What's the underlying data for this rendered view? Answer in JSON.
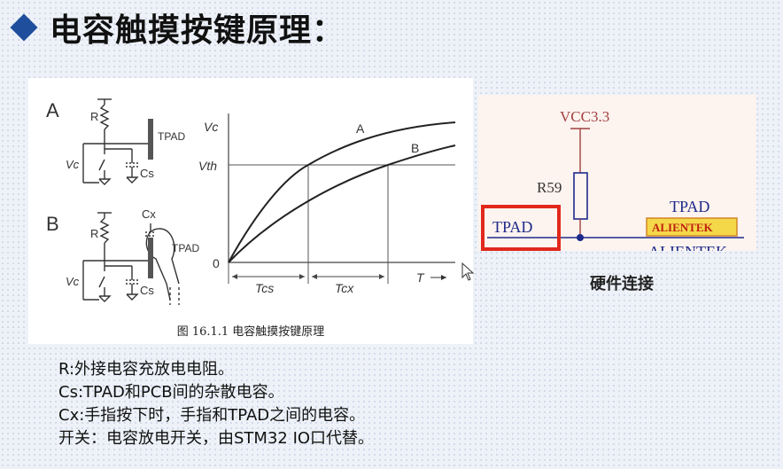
{
  "slide_title": "电容触摸按键原理：",
  "figure": {
    "caption": "图 16.1.1  电容触摸按键原理",
    "circuit_a": {
      "label": "A",
      "resistor": "R",
      "pad": "TPAD",
      "voltage": "Vc",
      "cap": "Cs"
    },
    "circuit_b": {
      "label": "B",
      "resistor": "R",
      "pad": "TPAD",
      "voltage": "Vc",
      "cap": "Cs",
      "finger_cap": "Cx"
    },
    "graph": {
      "y_label": "Vc",
      "threshold_label": "Vth",
      "origin_label": "0",
      "x_label": "T",
      "curve_a_label": "A",
      "curve_b_label": "B",
      "interval_1": "Tcs",
      "interval_2": "Tcx"
    }
  },
  "hardware": {
    "vcc_label": "VCC3.3",
    "resistor_label": "R59",
    "pad_label": "TPAD",
    "net_label": "TPAD",
    "brand_box": "ALIENTEK",
    "brand_text": "ALIENTEK",
    "caption": "硬件连接",
    "highlight_color": "#e0281c",
    "wire_color": "#1e2a8a"
  },
  "notes": [
    "R:外接电容充放电电阻。",
    "Cs:TPAD和PCB间的杂散电容。",
    "Cx:手指按下时，手指和TPAD之间的电容。",
    "开关：电容放电开关，由STM32 IO口代替。"
  ]
}
